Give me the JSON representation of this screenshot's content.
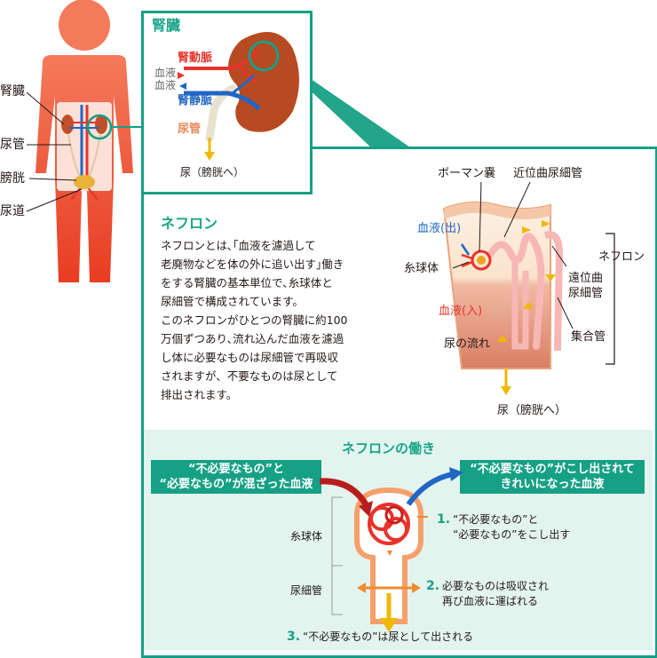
{
  "body_labels": {
    "kidney": "腎臓",
    "ureter": "尿管",
    "bladder": "膀胱",
    "urethra": "尿道"
  },
  "kidney_panel": {
    "title": "腎臓",
    "renal_artery": "腎動脈",
    "blood_line1": "血液",
    "blood_line2": "血液",
    "renal_vein": "腎静脈",
    "ureter": "尿管",
    "urine": "尿（膀胱へ）"
  },
  "nephron_section": {
    "title": "ネフロン",
    "body": [
      "ネフロンとは､｢血液を濾過して",
      "老廃物などを体の外に追い出す｣働き",
      "をする腎臓の基本単位で､糸球体と",
      "尿細管で構成されています。",
      "このネフロンがひとつの腎臓に約100",
      "万個ずつあり､流れ込んだ血液を濾過",
      "し体に必要なものは尿細管で再吸収",
      "されますが、不要なものは尿として",
      "排出されます。"
    ]
  },
  "nephron_diagram": {
    "bowman": "ボーマン嚢",
    "proximal": "近位曲尿細管",
    "blood_out": "血液(出)",
    "glomerulus": "糸球体",
    "blood_in": "血液(入)",
    "urine_flow": "尿の流れ",
    "nephron": "ネフロン",
    "distal_line1": "遠位曲",
    "distal_line2": "尿細管",
    "collecting": "集合管",
    "urine_out": "尿（膀胱へ）"
  },
  "function_section": {
    "title": "ネフロンの働き",
    "left_box_line1": "“不必要なもの”と",
    "left_box_line2": "“必要なもの”が混ざった血液",
    "right_box_line1": "“不必要なもの”がこし出されて",
    "right_box_line2": "きれいになった血液",
    "glomerulus": "糸球体",
    "tubule": "尿細管",
    "step1_num": "1.",
    "step1_line1": "“不必要なもの”と",
    "step1_line2": "“必要なもの”をこし出す",
    "step2_num": "2.",
    "step2_line1": "必要なものは吸収され",
    "step2_line2": "再び血液に運ばれる",
    "step3_num": "3.",
    "step3_text": "“不必要なもの”は尿として出される"
  },
  "colors": {
    "teal": "#16a085",
    "body_orange": "#f26b4f",
    "light_teal_bg": "#e3f4ef",
    "kidney_brown": "#b84a22",
    "artery_red": "#e8332a",
    "vein_blue": "#2166c4"
  }
}
